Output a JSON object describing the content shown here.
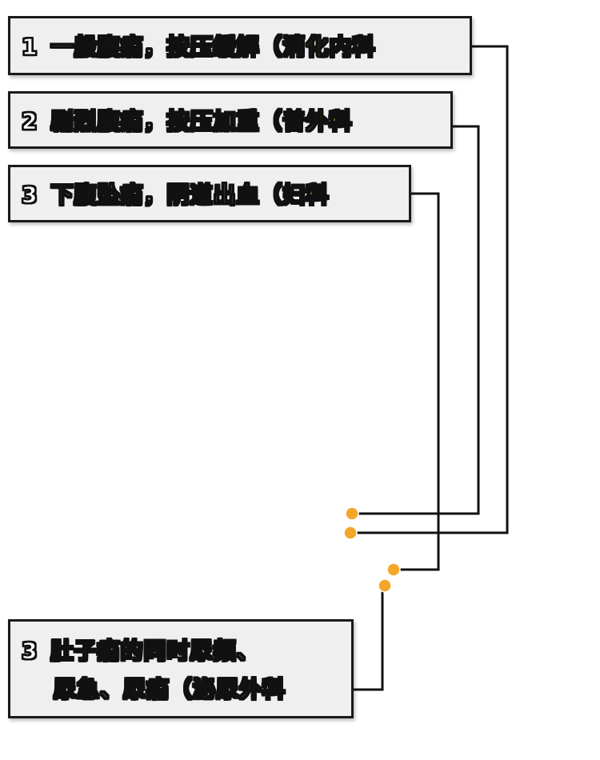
{
  "items": [
    {
      "number": "1",
      "text": "一般腹痛，按压缓解",
      "open_paren": "（",
      "department": "消化内科"
    },
    {
      "number": "2",
      "text": "剧烈腹痛，按压加重",
      "open_paren": "（",
      "department": "普外科"
    },
    {
      "number": "3",
      "text": "下腹坠痛，阴道出血",
      "open_paren": "（",
      "department": "妇科"
    },
    {
      "number": "3",
      "text_line1": "肚子痛的同时尿频、",
      "text_line2": "尿急、尿痛",
      "open_paren": "（",
      "department": "泌尿外科"
    }
  ],
  "colors": {
    "accent": "#f4a62a",
    "box_fill": "#efefef",
    "outline": "#1a1a1a"
  }
}
